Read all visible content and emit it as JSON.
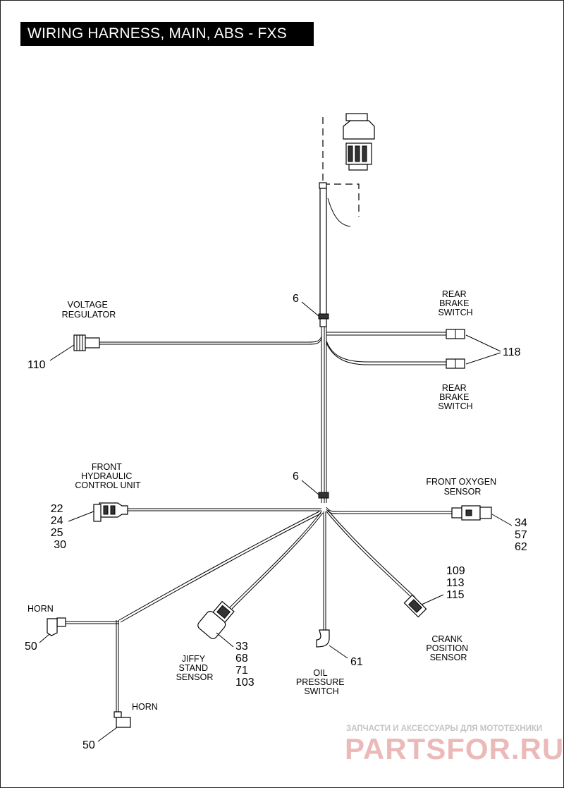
{
  "title": "WIRING HARNESS, MAIN, ABS - FXS",
  "labels": {
    "voltage_regulator": [
      "VOLTAGE",
      "REGULATOR"
    ],
    "rear_brake_switch_top": [
      "REAR",
      "BRAKE",
      "SWITCH"
    ],
    "rear_brake_switch_bottom": [
      "REAR",
      "BRAKE",
      "SWITCH"
    ],
    "front_hcu": [
      "FRONT",
      "HYDRAULIC",
      "CONTROL UNIT"
    ],
    "front_oxygen_sensor": [
      "FRONT OXYGEN",
      "SENSOR"
    ],
    "horn_top": [
      "HORN"
    ],
    "horn_bottom": [
      "HORN"
    ],
    "jiffy_stand_sensor": [
      "JIFFY",
      "STAND",
      "SENSOR"
    ],
    "oil_pressure_switch": [
      "OIL",
      "PRESSURE",
      "SWITCH"
    ],
    "crank_position_sensor": [
      "CRANK",
      "POSITION",
      "SENSOR"
    ]
  },
  "callouts": {
    "clip_upper": [
      "6"
    ],
    "clip_lower": [
      "6"
    ],
    "voltage_regulator": [
      "110"
    ],
    "rear_brake_switch": [
      "118"
    ],
    "front_hcu": [
      "22",
      "24",
      "25",
      "30"
    ],
    "front_oxygen_sensor": [
      "34",
      "57",
      "62"
    ],
    "crank_position_sensor": [
      "109",
      "113",
      "115"
    ],
    "horn_top": [
      "50"
    ],
    "horn_bottom": [
      "50"
    ],
    "jiffy_stand_sensor": [
      "33",
      "68",
      "71",
      "103"
    ],
    "oil_pressure_switch": [
      "61"
    ]
  },
  "watermark": {
    "tagline": "ЗАПЧАСТИ И АКСЕССУАРЫ ДЛЯ МОТОТЕХНИКИ",
    "brand": "PARTSFOR.RU",
    "brand_color": "#e08a8a"
  }
}
